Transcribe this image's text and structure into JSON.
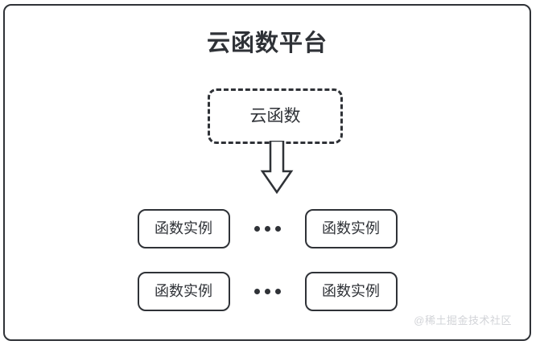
{
  "diagram": {
    "title": "云函数平台",
    "source": {
      "label": "云函数",
      "style": "dashed-rounded-box"
    },
    "arrow": {
      "icon": "down-block-arrow",
      "direction": "down"
    },
    "ellipsis": "...",
    "rows": [
      {
        "id": "instance-row-1",
        "left_instance": "函数实例",
        "ellipsis": "...",
        "right_instance": "函数实例"
      },
      {
        "id": "instance-row-2",
        "left_instance": "函数实例",
        "ellipsis": "...",
        "right_instance": "函数实例"
      }
    ],
    "watermark": "@稀土掘金技术社区",
    "colors": {
      "stroke": "#2f3237",
      "background": "#ffffff",
      "watermark": "#d2d4d8"
    }
  }
}
